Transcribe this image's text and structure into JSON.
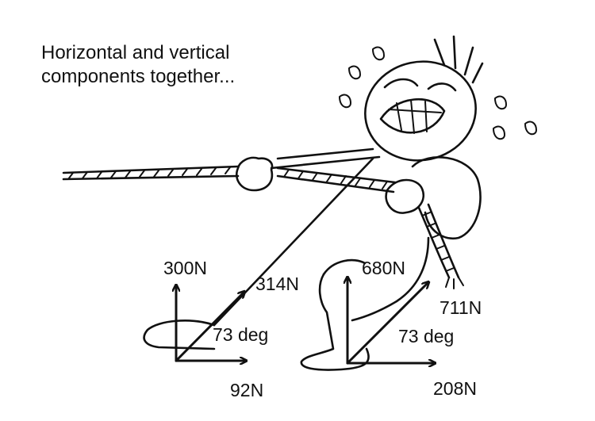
{
  "caption": {
    "line1": "Horizontal and vertical",
    "line2": "components together..."
  },
  "force_diagrams": [
    {
      "name": "left-foot",
      "vertical_label": "300N",
      "resultant_label": "314N",
      "angle_label": "73 deg",
      "horizontal_label": "92N"
    },
    {
      "name": "right-foot",
      "vertical_label": "680N",
      "resultant_label": "711N",
      "angle_label": "73 deg",
      "horizontal_label": "208N"
    }
  ],
  "icons": [
    "crying-face-icon",
    "rope-icon",
    "teardrop-icon",
    "arrow-icon"
  ]
}
